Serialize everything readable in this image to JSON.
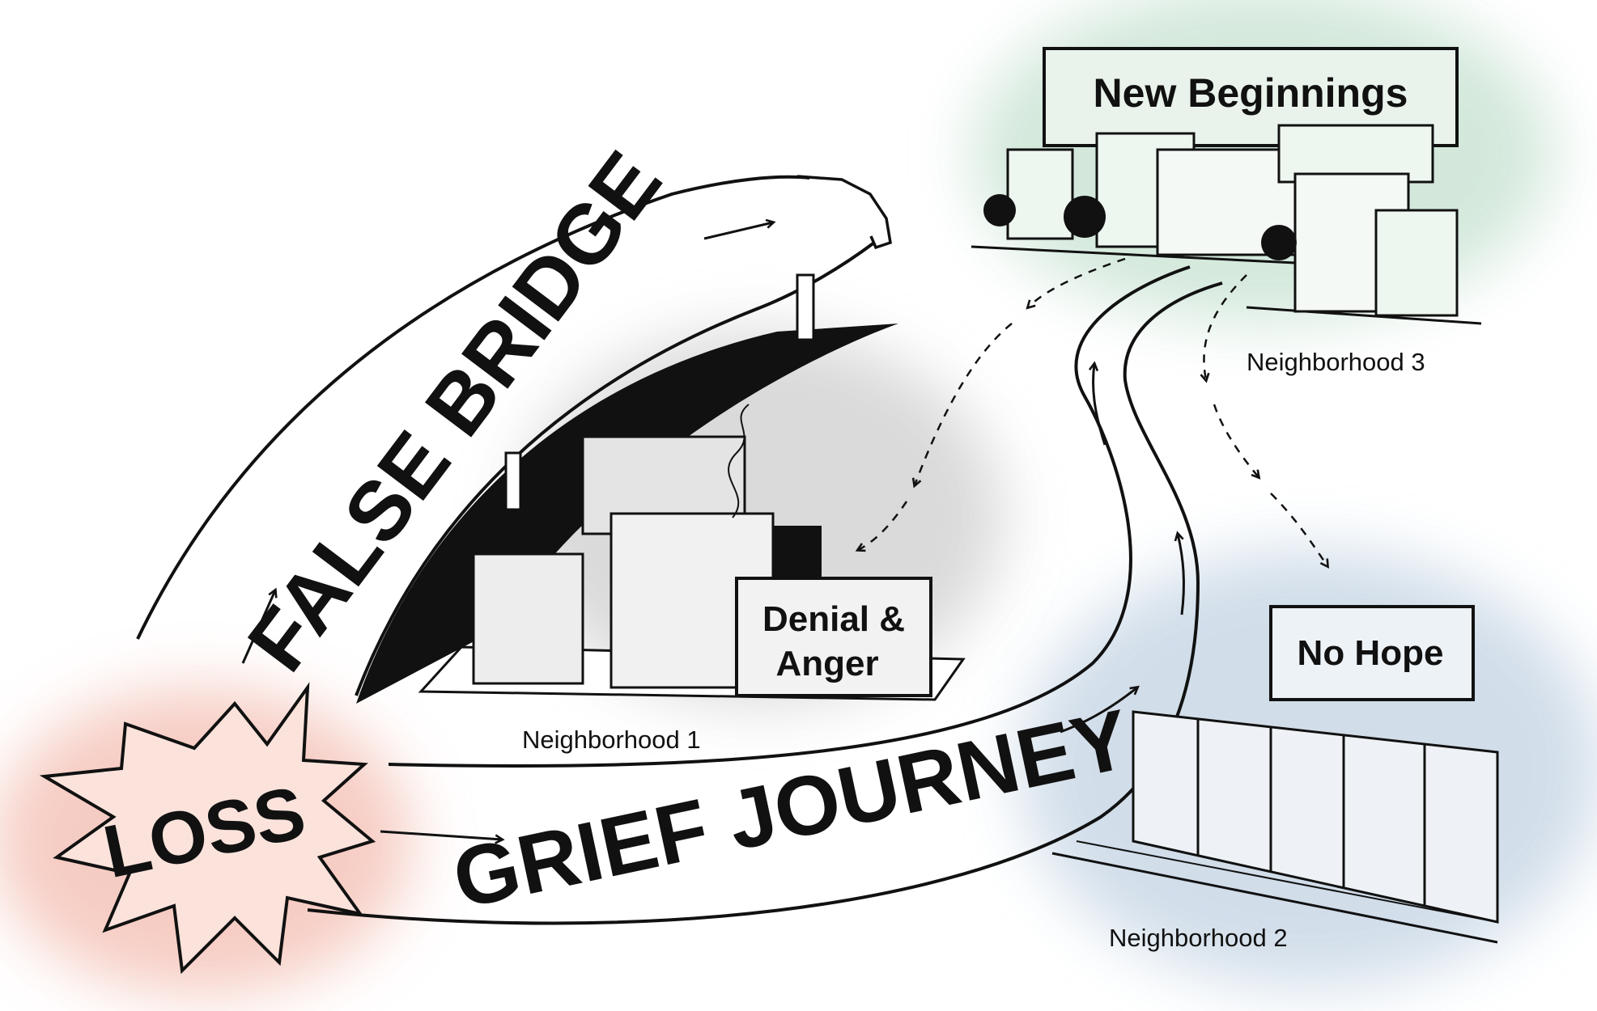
{
  "labels": {
    "loss": "LOSS",
    "false_bridge": "FALSE BRIDGE",
    "grief_journey": "GRIEF JOURNEY"
  },
  "signs": {
    "new_beginnings": "New Beginnings",
    "denial_line1": "Denial &",
    "denial_line2": "Anger",
    "no_hope": "No Hope"
  },
  "captions": {
    "n1": "Neighborhood 1",
    "n2": "Neighborhood 2",
    "n3": "Neighborhood 3"
  },
  "colors": {
    "ink": "#111111",
    "loss_wash": "#f5c7bd",
    "new_beginnings_wash": "#cfe6d8",
    "no_hope_wash": "#c9d8e6",
    "denial_wash": "#d6d6d6"
  }
}
